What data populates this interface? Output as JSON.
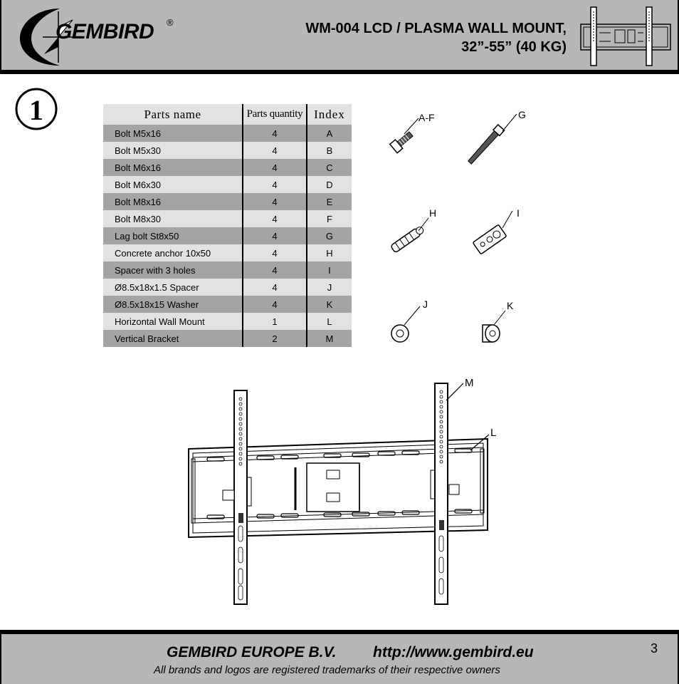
{
  "header": {
    "logo_text": "GEMBIRD",
    "logo_mark": "®",
    "title_line1": "WM-004 LCD / PLASMA WALL MOUNT,",
    "title_line2": "32”-55” (40 KG)"
  },
  "step": {
    "number": "①"
  },
  "parts_table": {
    "headers": [
      "Parts name",
      "Parts quantity",
      "Index"
    ],
    "rows": [
      [
        "Bolt  M5x16",
        "4",
        "A"
      ],
      [
        "Bolt  M5x30",
        "4",
        "B"
      ],
      [
        "Bolt  M6x16",
        "4",
        "C"
      ],
      [
        "Bolt  M6x30",
        "4",
        "D"
      ],
      [
        "Bolt  M8x16",
        "4",
        "E"
      ],
      [
        "Bolt  M8x30",
        "4",
        "F"
      ],
      [
        "Lag  bolt St8x50",
        "4",
        "G"
      ],
      [
        "Concrete anchor 10x50",
        "4",
        "H"
      ],
      [
        "Spacer with 3 holes",
        "4",
        "I"
      ],
      [
        "Ø8.5x18x1.5 Spacer",
        "4",
        "J"
      ],
      [
        "Ø8.5x18x15 Washer",
        "4",
        "K"
      ],
      [
        "Horizontal Wall Mount",
        "1",
        "L"
      ],
      [
        "Vertical Bracket",
        "2",
        "M"
      ]
    ]
  },
  "part_labels": {
    "af": "A-F",
    "g": "G",
    "h": "H",
    "i": "I",
    "j": "J",
    "k": "K"
  },
  "assembly_labels": {
    "m": "M",
    "l": "L"
  },
  "footer": {
    "company": "GEMBIRD EUROPE B.V.",
    "website": "http://www.gembird.eu",
    "trademark": "All brands and logos are registered trademarks of their respective owners",
    "page_number": "3"
  }
}
